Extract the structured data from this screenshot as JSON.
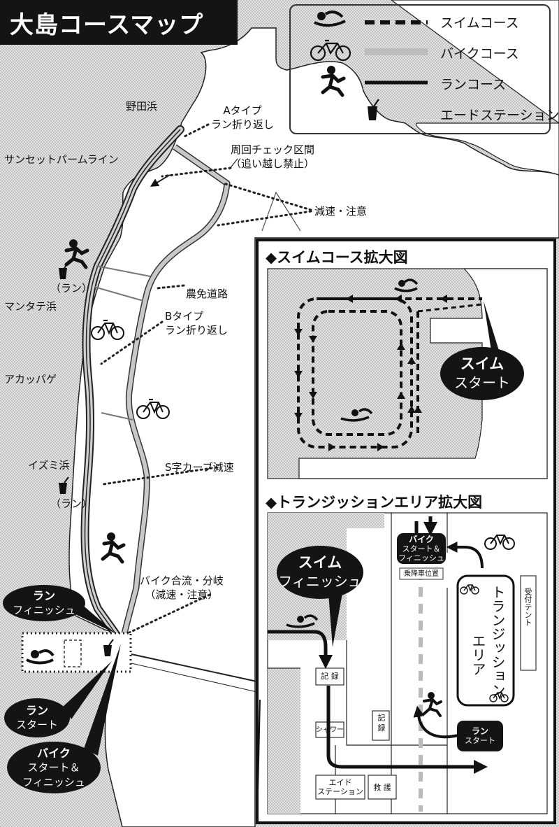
{
  "title": "大島コースマップ",
  "legend": {
    "items": [
      {
        "label": "スイムコース",
        "icon": "swimmer-icon"
      },
      {
        "label": "バイクコース",
        "icon": "bicycle-icon"
      },
      {
        "label": "ランコース",
        "icon": "runner-icon"
      },
      {
        "label": "エードステーション",
        "icon": "cup-icon"
      }
    ]
  },
  "places": {
    "nodahama": "野田浜",
    "sunset": "サンセットパームライン",
    "mantate": "マンタテ浜",
    "akappage": "アカッパゲ",
    "izumi": "イズミ浜",
    "aid_run1": "（ラン）",
    "aid_run2": "（ラン）"
  },
  "notes": {
    "a_type_1": "Aタイプ",
    "a_type_2": "ラン折り返し",
    "check_1": "周回チェック区間",
    "check_2": "（追い越し禁止）",
    "slow": "減速・注意",
    "farm_road": "農免道路",
    "b_type_1": "Bタイプ",
    "b_type_2": "ラン折り返し",
    "s_curve": "S字カーブ減速",
    "bike_merge_1": "バイク合流・分岐",
    "bike_merge_2": "（減速・注意）"
  },
  "callouts": {
    "run_finish_1": "ラン",
    "run_finish_2": "フィニッシュ",
    "run_start_1": "ラン",
    "run_start_2": "スタート",
    "bike_1": "バイク",
    "bike_2": "スタート＆",
    "bike_3": "フィニッシュ"
  },
  "swim_inset": {
    "title": "◆スイムコース拡大図",
    "start_1": "スイム",
    "start_2": "スタート"
  },
  "transition_inset": {
    "title": "◆トランジッションエリア拡大図",
    "swim_finish_1": "スイム",
    "swim_finish_2": "フィニッシュ",
    "bike_box_1": "バイク",
    "bike_box_2": "スタート＆",
    "bike_box_3": "フィニッシュ",
    "mount_zone": "乗降車位置",
    "area_1": "トランジッション",
    "area_2": "エリア",
    "tent": "受付テント",
    "record_1": "記 録",
    "record_2": "記 録",
    "shower": "シャワー",
    "aid_1": "エイド",
    "aid_2": "ステーション",
    "rescue": "救 護",
    "run_start_1": "ラン",
    "run_start_2": "スタート"
  }
}
